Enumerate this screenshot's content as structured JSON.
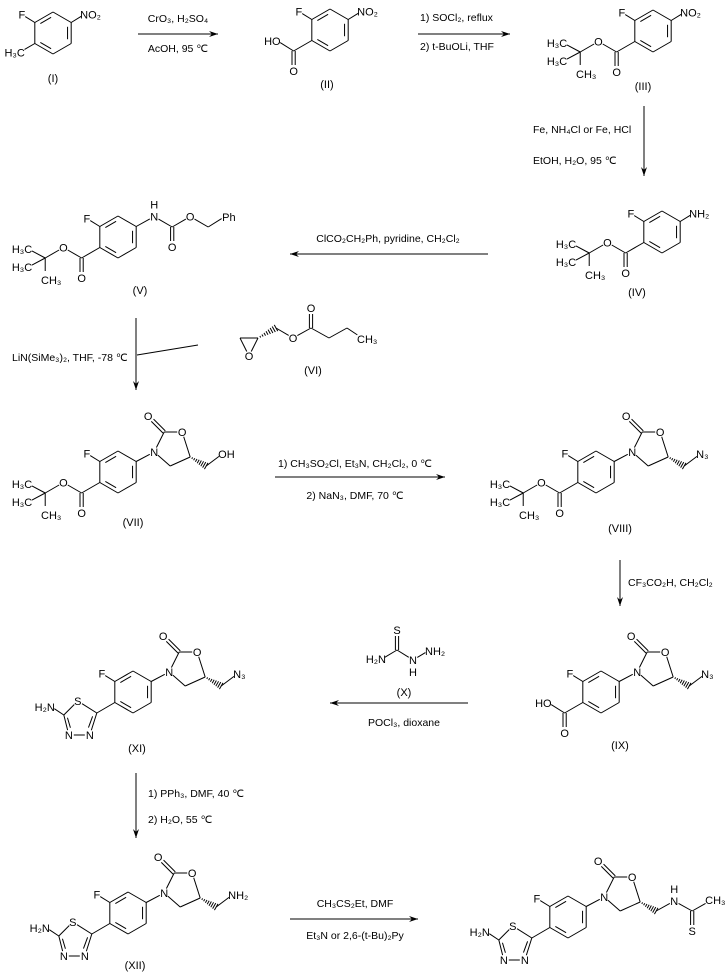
{
  "atoms": {
    "F": "F",
    "NO2": "NO₂",
    "H3C": "H₃C",
    "CH3": "CH₃",
    "O": "O",
    "HO": "HO",
    "NH2": "NH₂",
    "H2N": "H₂N",
    "N": "N",
    "H": "H",
    "Ph": "Ph",
    "OH": "OH",
    "N3": "N₃",
    "S": "S"
  },
  "compounds": {
    "I": "(I)",
    "II": "(II)",
    "III": "(III)",
    "IV": "(IV)",
    "V": "(V)",
    "VI": "(VI)",
    "VII": "(VII)",
    "VIII": "(VIII)",
    "IX": "(IX)",
    "X": "(X)",
    "XI": "(XI)",
    "XII": "(XII)"
  },
  "steps": {
    "s1": {
      "above": "CrO₃, H₂SO₄",
      "below": "AcOH, 95 ℃"
    },
    "s2": {
      "above": "1) SOCl₂, reflux",
      "below": "2) t-BuOLi, THF"
    },
    "s3": {
      "above": "Fe, NH₄Cl or Fe, HCl",
      "below": "EtOH, H₂O, 95 ℃"
    },
    "s4": {
      "above": "ClCO₂CH₂Ph, pyridine, CH₂Cl₂"
    },
    "s5": {
      "above": "LiN(SiMe₃)₂, THF, -78 ℃"
    },
    "s6": {
      "above": "1) CH₃SO₂Cl, Et₃N, CH₂Cl₂, 0 ℃",
      "below": "2) NaN₃, DMF, 70 ℃"
    },
    "s7": {
      "above": "CF₃CO₂H, CH₂Cl₂"
    },
    "s8": {
      "below": "POCl₃, dioxane"
    },
    "s9": {
      "above": "1) PPh₃, DMF, 40 ℃",
      "below": "2) H₂O, 55 ℃"
    },
    "s10": {
      "above": "CH₃CS₂Et, DMF",
      "below": "Et₃N  or  2,6-(t-Bu)₂Py"
    }
  }
}
